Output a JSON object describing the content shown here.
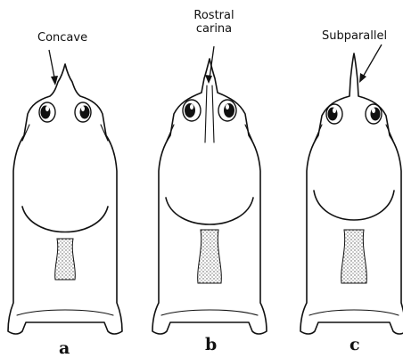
{
  "annotations": {
    "concave": "Concave",
    "rostral_line1": "Rostral",
    "rostral_line2": "carina",
    "subparallel": "Subparallel"
  },
  "panels": [
    "a",
    "b",
    "c"
  ],
  "colors": {
    "ink": "#111111",
    "paper": "#ffffff",
    "stipple": "#555555"
  }
}
